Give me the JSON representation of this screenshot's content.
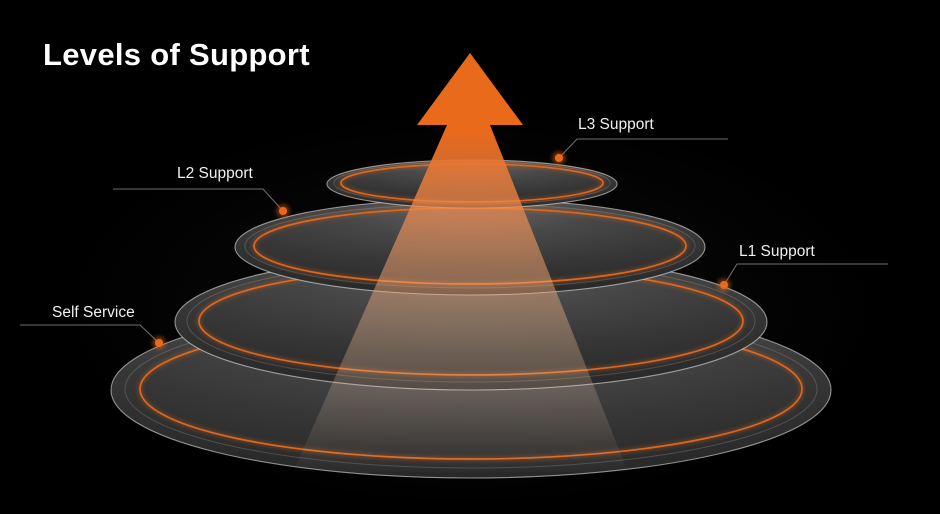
{
  "title": "Levels of Support",
  "levels": [
    {
      "label": "Self Service"
    },
    {
      "label": "L1 Support"
    },
    {
      "label": "L2 Support"
    },
    {
      "label": "L3 Support"
    }
  ],
  "icons": {
    "arrow": "escalation-arrow-up"
  },
  "colors": {
    "background": "#000000",
    "title_text": "#ffffff",
    "label_text": "#f0f0f0",
    "accent_orange": "#EA6A1C",
    "ring_orange": "#E5691F",
    "leader_line": "#c8c8c8",
    "disc_rim": "#d8d8d8"
  }
}
